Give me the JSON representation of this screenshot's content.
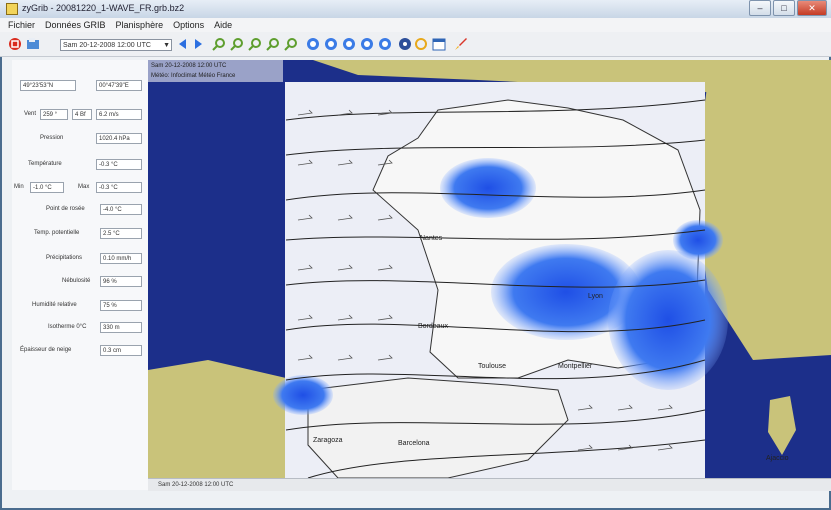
{
  "window": {
    "title": "zyGrib - 20081220_1-WAVE_FR.grb.bz2",
    "buttons": {
      "minimize": "–",
      "maximize": "□",
      "close": "✕"
    }
  },
  "menu": [
    "Fichier",
    "Données GRIB",
    "Planisphère",
    "Options",
    "Aide"
  ],
  "toolbar": {
    "date_value": "Sam 20-12-2008 12:00 UTC",
    "icons": [
      "close-red-icon",
      "open-file-icon",
      "previous-arrow-icon",
      "next-arrow-icon",
      "zoom-in-icon",
      "zoom-out-icon",
      "zoom-selection-icon",
      "zoom-fit-icon",
      "zoom-global-icon",
      "go-up-icon",
      "go-down-icon",
      "go-left-icon",
      "go-right-icon",
      "go-center-icon",
      "settings-icon",
      "search-icon",
      "calendar-icon",
      "rocket-icon"
    ]
  },
  "panel": {
    "coord_lat": "49°23'53\"N",
    "coord_lon": "00°47'39\"E",
    "wind_label": "Vent",
    "wind_dir": "259 °",
    "wind_bf": "4 Bf",
    "wind_speed": "6.2 m/s",
    "pressure_label": "Pression",
    "pressure_value": "1020.4 hPa",
    "temperature_label": "Température",
    "temperature_value": "-0.3 °C",
    "min_label": "Min",
    "min_value": "-1.0 °C",
    "max_label": "Max",
    "max_value": "-0.3 °C",
    "dewpoint_label": "Point de rosée",
    "dewpoint_value": "-4.0 °C",
    "potential_temp_label": "Temp. potentielle",
    "potential_temp_value": "2.5 °C",
    "precip_label": "Précipitations",
    "precip_value": "0.10 mm/h",
    "cloud_label": "Nébulosité",
    "cloud_value": "96 %",
    "humidity_label": "Humidité relative",
    "humidity_value": "75 %",
    "isotherm_label": "Isotherme 0°C",
    "isotherm_value": "330 m",
    "snow_label": "Épaisseur de neige",
    "snow_value": "0.3 cm"
  },
  "map": {
    "info_line1": "Sam 20-12-2008 12:00 UTC",
    "info_line2": "Météo: Infoclimat Météo France",
    "city_labels": [
      "Nantes",
      "Lyon",
      "Toulouse",
      "Montpellier",
      "Bordeaux",
      "Zaragoza",
      "Barcelona",
      "Ajaccio"
    ]
  },
  "status": {
    "left": "Sam 20-12-2008 12:00 UTC"
  },
  "colors": {
    "sea": "#1c2f8a",
    "land": "#c9c37a",
    "data_area": "#f4f4f6",
    "precip": "#3c6bf0"
  }
}
